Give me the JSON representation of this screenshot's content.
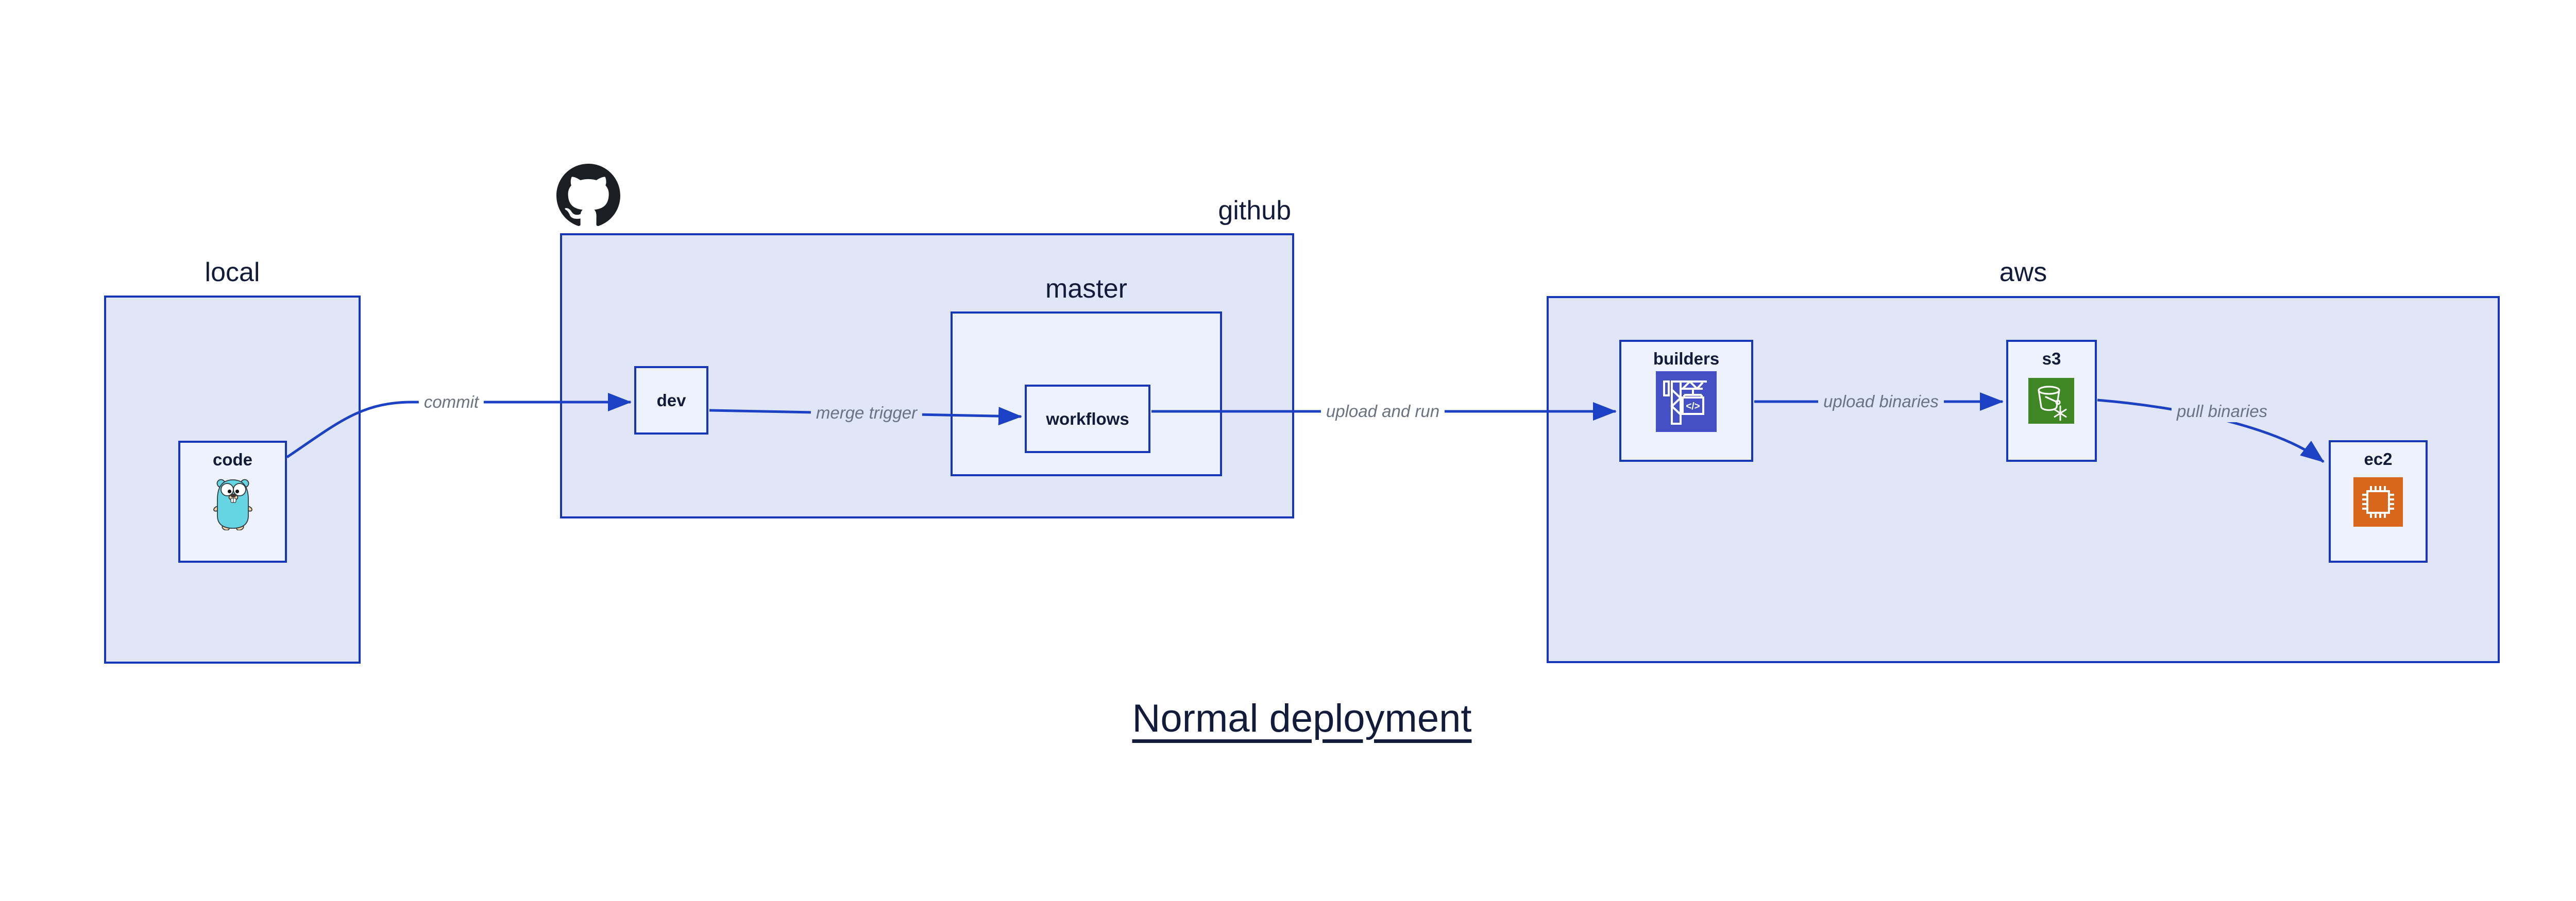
{
  "title": "Normal deployment",
  "colors": {
    "container_fill": "#e0e6f8",
    "nested_fill": "#edf1fb",
    "leaf_fill": "#eef2fc",
    "border_blue": "#1637b8",
    "arrow_blue": "#1c41c4",
    "label_navy": "#131b3a",
    "edge_label_gray": "#6b7280",
    "octocat_black": "#1b1f23",
    "gopher_teal": "#65d5e4",
    "codebuild_indigo": "#4550c5",
    "s3_green": "#3f8624",
    "ec2_orange": "#d9661a"
  },
  "containers": {
    "local": {
      "label": "local"
    },
    "github": {
      "label": "github"
    },
    "master": {
      "label": "master"
    },
    "aws": {
      "label": "aws"
    }
  },
  "nodes": {
    "code": {
      "label": "code",
      "icon": "go-gopher-icon"
    },
    "dev": {
      "label": "dev"
    },
    "workflows": {
      "label": "workflows"
    },
    "builders": {
      "label": "builders",
      "icon": "codebuild-crane-icon",
      "icon_glyph": "</>"
    },
    "s3": {
      "label": "s3",
      "icon": "s3-glacier-bucket-icon"
    },
    "ec2": {
      "label": "ec2",
      "icon": "ec2-chip-icon"
    }
  },
  "edges": {
    "commit": {
      "label": "commit"
    },
    "merge_trigger": {
      "label": "merge trigger"
    },
    "upload_and_run": {
      "label": "upload and run"
    },
    "upload_binaries": {
      "label": "upload binaries"
    },
    "pull_binaries": {
      "label": "pull binaries"
    }
  }
}
